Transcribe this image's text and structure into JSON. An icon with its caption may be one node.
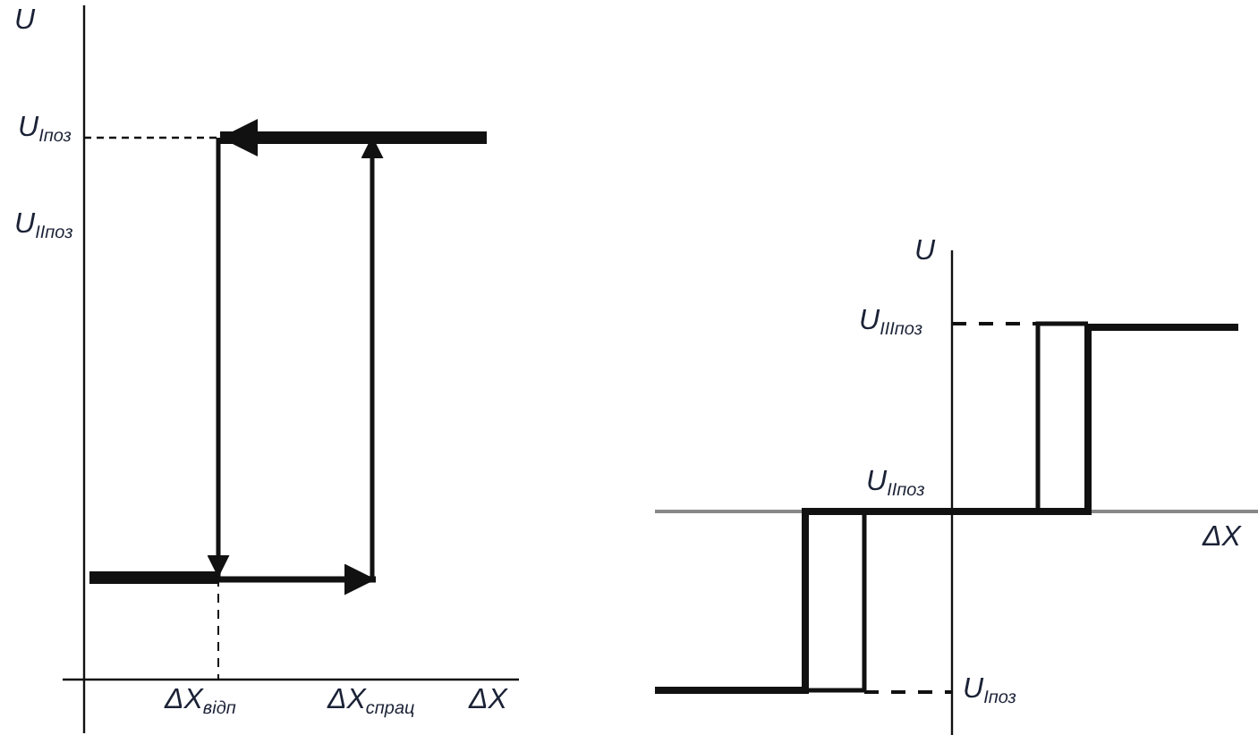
{
  "diagram": {
    "labels": [
      "U",
      "U$_{Iпоз}$",
      "U$_{IIпоз}$",
      "ΔX$_{відп}$",
      "ΔX$_{спрац}$",
      "ΔX",
      "U",
      "U$_{IIIпоз}$",
      "U$_{IIпоз}$",
      "ΔX",
      "U$_{Iпоз}$"
    ]
  }
}
